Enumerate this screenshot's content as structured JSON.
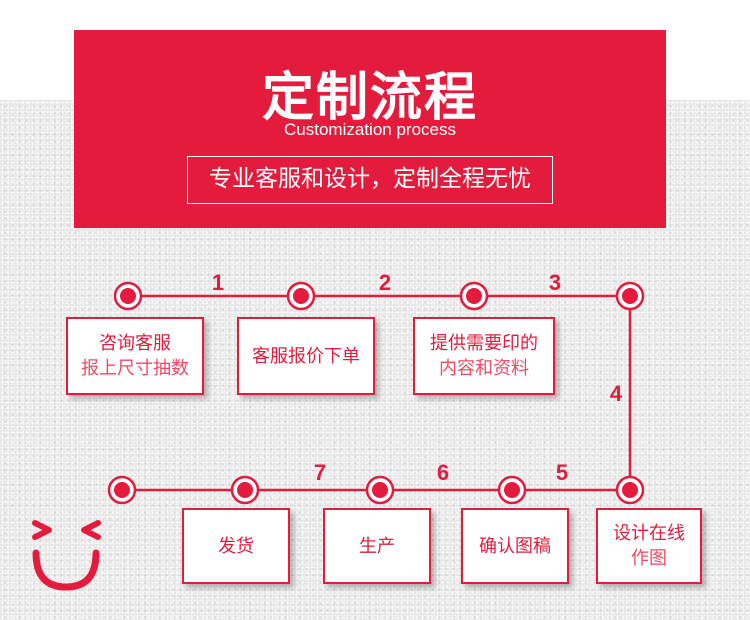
{
  "colors": {
    "accent": "#e31c3d",
    "background": "#e6e6e6",
    "text_on_accent": "#ffffff"
  },
  "header": {
    "title": "定制流程",
    "subtitle": "Customization process",
    "tagline": "专业客服和设计，定制全程无忧"
  },
  "steps": [
    {
      "number": "1",
      "line1": "咨询客服",
      "line2": "报上尺寸抽数"
    },
    {
      "number": "2",
      "line1": "客服报价下单",
      "line2": ""
    },
    {
      "number": "3",
      "line1": "提供需要印的",
      "line2": "内容和资料"
    },
    {
      "number": "4",
      "line1": "设计在线",
      "line2": "作图"
    },
    {
      "number": "5",
      "line1": "确认图稿",
      "line2": ""
    },
    {
      "number": "6",
      "line1": "生产",
      "line2": ""
    },
    {
      "number": "7",
      "line1": "发货",
      "line2": ""
    }
  ],
  "decoration": {
    "icon": "smiley-face-icon"
  }
}
